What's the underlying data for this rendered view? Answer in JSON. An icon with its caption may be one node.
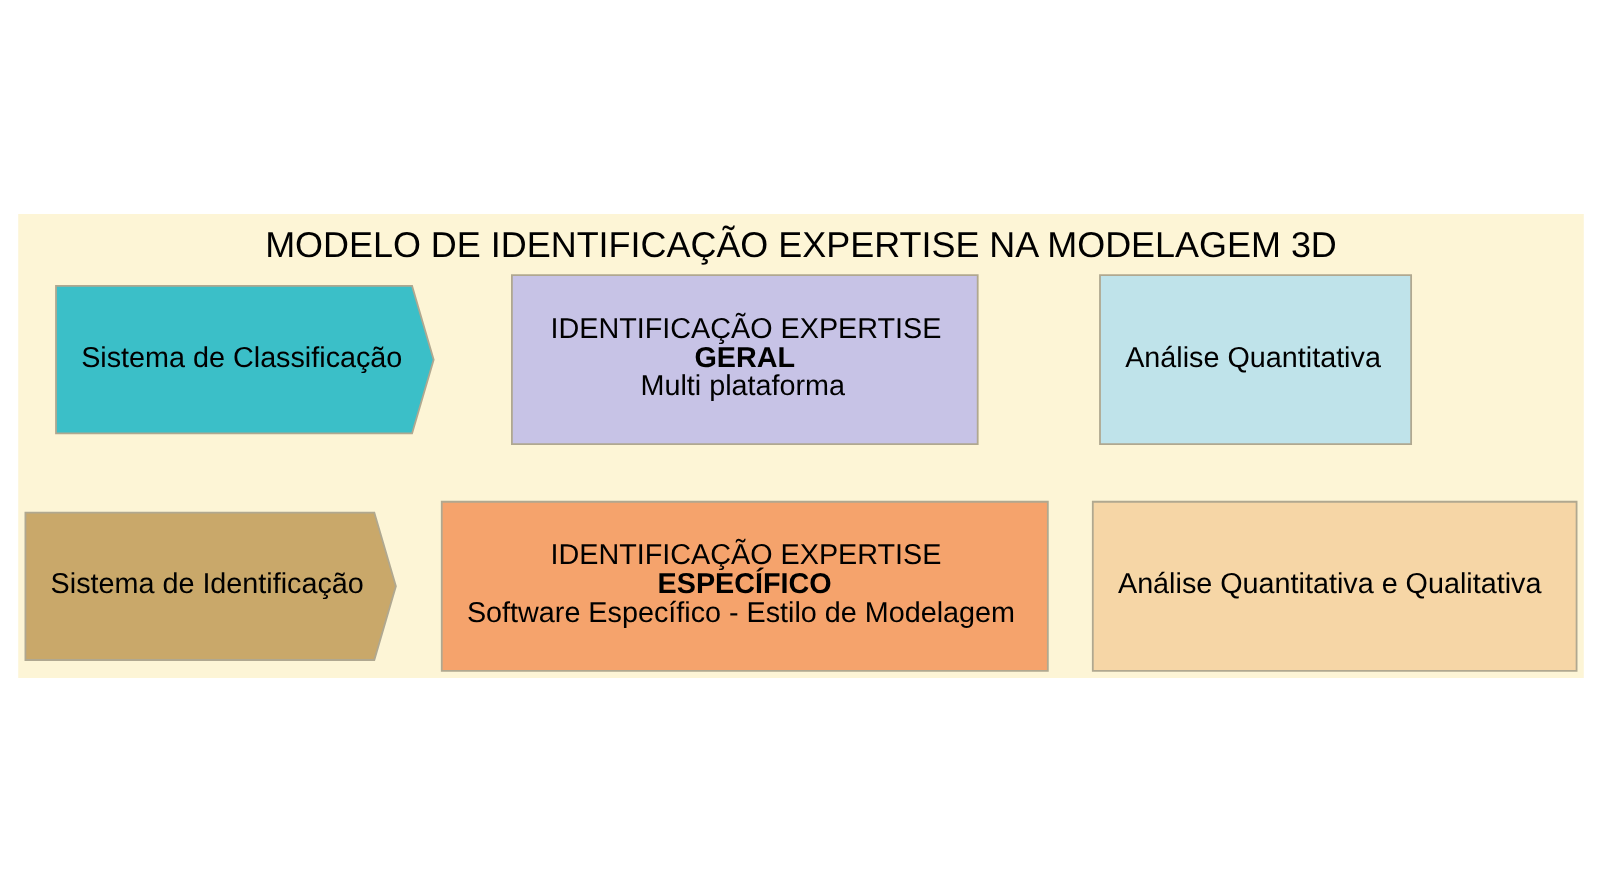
{
  "diagram": {
    "title": "MODELO DE IDENTIFICAÇÃO EXPERTISE NA MODELAGEM 3D",
    "nodes": [
      {
        "text": [
          "Sistema de Classificação"
        ]
      },
      {
        "text": [
          "IDENTIFICAÇÃO EXPERTISE",
          "GERAL",
          "Multi plataforma"
        ]
      },
      {
        "text": [
          "Análise Quantitativa"
        ]
      },
      {
        "text": [
          "Sistema de Identificação"
        ]
      },
      {
        "text": [
          "IDENTIFICAÇÃO EXPERTISE",
          "ESPECÍFICO",
          "Software Específico - Estilo de Modelagem"
        ]
      },
      {
        "text": [
          "Análise Quantitativa e Qualitativa"
        ]
      }
    ],
    "edges": []
  }
}
